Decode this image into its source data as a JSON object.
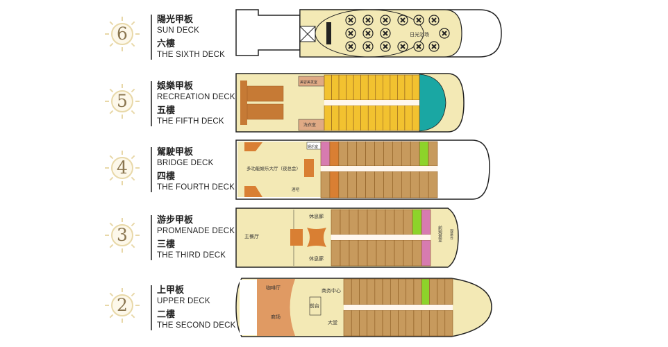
{
  "decks": [
    {
      "number": "6",
      "name_cn": "陽光甲板",
      "name_en": "SUN DECK",
      "floor_cn": "六樓",
      "floor_en": "THE SIXTH DECK",
      "rooms": {
        "sun_area": "日光浴场"
      }
    },
    {
      "number": "5",
      "name_cn": "娛樂甲板",
      "name_en": "RECREATION DECK",
      "floor_cn": "五樓",
      "floor_en": "THE FIFTH DECK",
      "rooms": {
        "beauty": "美容美发室",
        "laundry": "洗衣室"
      }
    },
    {
      "number": "4",
      "name_cn": "駕駛甲板",
      "name_en": "BRIDGE DECK",
      "floor_cn": "四樓",
      "floor_en": "THE FOURTH DECK",
      "rooms": {
        "hall": "多功能娱乐大厅（夜总会）",
        "entertainment": "娱乐室",
        "bar": "酒吧"
      }
    },
    {
      "number": "3",
      "name_cn": "游步甲板",
      "name_en": "PROMENADE  DECK",
      "floor_cn": "三樓",
      "floor_en": "THE THIRD DECK",
      "rooms": {
        "restaurant": "主餐厅",
        "lounge_top": "休息廊",
        "lounge_bottom": "休息廊",
        "observation_room": "前观景室",
        "observation_deck": "观景台"
      }
    },
    {
      "number": "2",
      "name_cn": "上甲板",
      "name_en": "UPPER DECK",
      "floor_cn": "二樓",
      "floor_en": "THE SECOND DECK",
      "rooms": {
        "cafe": "咖啡厅",
        "shop": "商场",
        "reception": "前台",
        "business": "商务中心",
        "lobby": "大堂"
      }
    }
  ],
  "colors": {
    "hull": "#f3e9b5",
    "cabin_brown": "#c79a5d",
    "cabin_yellow": "#f2c230",
    "pool_teal": "#1aa7a3",
    "orange": "#d97f33",
    "pink": "#d77bb0",
    "green": "#8dd32a",
    "sun_ring": "#e8d8a8"
  }
}
